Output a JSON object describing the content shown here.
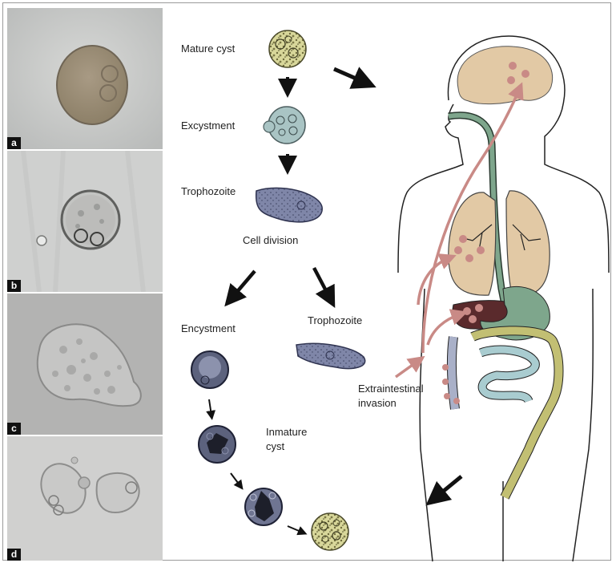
{
  "panels": [
    {
      "label": "a"
    },
    {
      "label": "b"
    },
    {
      "label": "c"
    },
    {
      "label": "d"
    }
  ],
  "stages": {
    "mature_cyst": "Mature cyst",
    "excystment": "Excystment",
    "trophozoite_1": "Trophozoite",
    "cell_division": "Cell division",
    "encystment": "Encystment",
    "trophozoite_2": "Trophozoite",
    "immature_cyst_line1": "Inmature",
    "immature_cyst_line2": "cyst",
    "extraintestinal_line1": "Extraintestinal",
    "extraintestinal_line2": "invasion"
  },
  "colors": {
    "cyst_yellow": "#d8d79a",
    "trophozoite_blue": "#7f86a8",
    "cyst_dark": "#5c627d",
    "brain_tan": "#e2c9a5",
    "invasion_pink": "#c98a86",
    "gut_blue": "#a9ccd0",
    "colon_olive": "#c2bf73",
    "liver_dark": "#5a2a2c",
    "esophagus_green": "#7ea68c"
  }
}
